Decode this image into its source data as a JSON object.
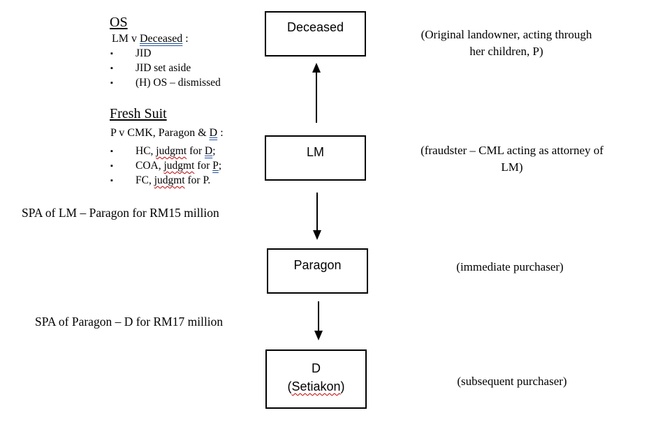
{
  "os_section": {
    "heading": "OS",
    "case": {
      "pre": "LM v ",
      "party": "Deceased",
      "post": " :"
    },
    "items": [
      "JID",
      "JID set aside",
      "(H) OS – dismissed"
    ]
  },
  "fresh_suit": {
    "heading": "Fresh Suit",
    "case": {
      "pre": "P v CMK, Paragon & ",
      "party": "D",
      "post": " :"
    },
    "items": [
      {
        "pre": "HC, ",
        "word": "judgmt",
        "mid": " for ",
        "party": "D",
        "post": ";"
      },
      {
        "pre": "COA, ",
        "word": "judgmt",
        "mid": " for ",
        "party": "P",
        "post": ";"
      },
      {
        "pre": "FC, ",
        "word": "judgmt",
        "mid": " for P.",
        "party": "",
        "post": ""
      }
    ]
  },
  "bullet_glyph": "▪",
  "nodes": {
    "deceased": "Deceased",
    "lm": "LM",
    "paragon": "Paragon",
    "d": {
      "line1": "D",
      "line2": "(Setiakon)"
    }
  },
  "notes": {
    "deceased": [
      "(Original landowner, acting through",
      "her children, P)"
    ],
    "lm": [
      "(fraudster – CML acting as attorney of",
      "LM)"
    ],
    "paragon": [
      "(immediate purchaser)"
    ],
    "d": [
      "(subsequent purchaser)"
    ]
  },
  "transactions": {
    "lm_paragon": "SPA of LM – Paragon for RM15 million",
    "paragon_d": "SPA of Paragon – D for RM17 million"
  }
}
